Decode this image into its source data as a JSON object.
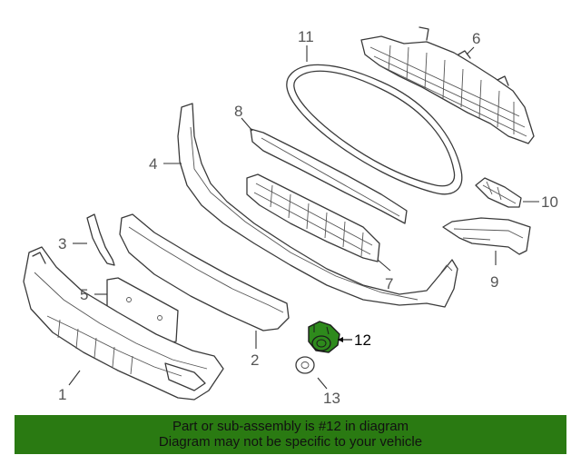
{
  "diagram": {
    "callouts": {
      "c1": "1",
      "c2": "2",
      "c3": "3",
      "c4": "4",
      "c5": "5",
      "c6": "6",
      "c7": "7",
      "c8": "8",
      "c9": "9",
      "c10": "10",
      "c11": "11",
      "c12": "12",
      "c13": "13"
    },
    "highlighted_part": "12",
    "highlight_color": "#2e8a1c"
  },
  "banner": {
    "line1": "Part or sub-assembly is #12 in diagram",
    "line2": "Diagram may not be specific to your vehicle",
    "background": "#2a7a12"
  }
}
